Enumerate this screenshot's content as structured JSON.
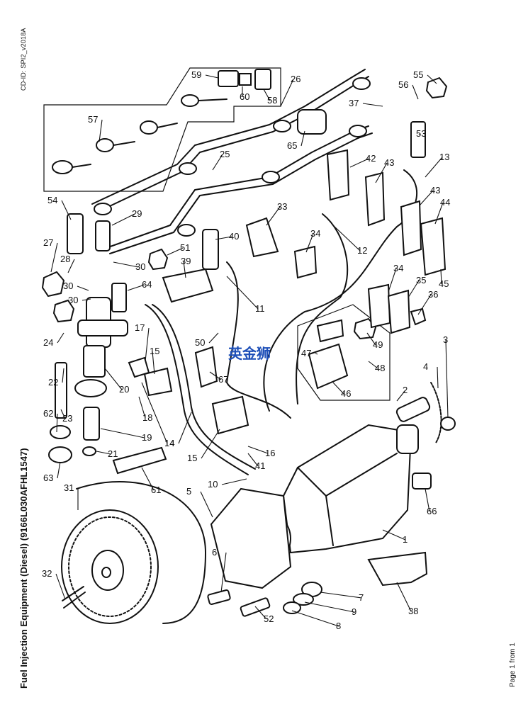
{
  "document": {
    "cd_id": "CD-ID: SPI2_v2018A",
    "title": "Fuel Injection Equipment (Diesel) (9166L030AFHL1547)",
    "page_number": "Page 1 from 1",
    "watermark": "英金狮"
  },
  "callouts": [
    "1",
    "2",
    "3",
    "4",
    "5",
    "6",
    "7",
    "8",
    "9",
    "10",
    "11",
    "12",
    "13",
    "14",
    "14",
    "15",
    "15",
    "16",
    "17",
    "18",
    "19",
    "20",
    "21",
    "22",
    "23",
    "24",
    "25",
    "26",
    "27",
    "28",
    "29",
    "30",
    "30",
    "30",
    "31",
    "32",
    "33",
    "34",
    "34",
    "35",
    "36",
    "37",
    "38",
    "39",
    "40",
    "41",
    "42",
    "43",
    "43",
    "44",
    "45",
    "46",
    "47",
    "48",
    "49",
    "50",
    "51",
    "52",
    "53",
    "54",
    "55",
    "56",
    "57",
    "58",
    "59",
    "60",
    "61",
    "62",
    "63",
    "64",
    "65",
    "66",
    "67"
  ]
}
